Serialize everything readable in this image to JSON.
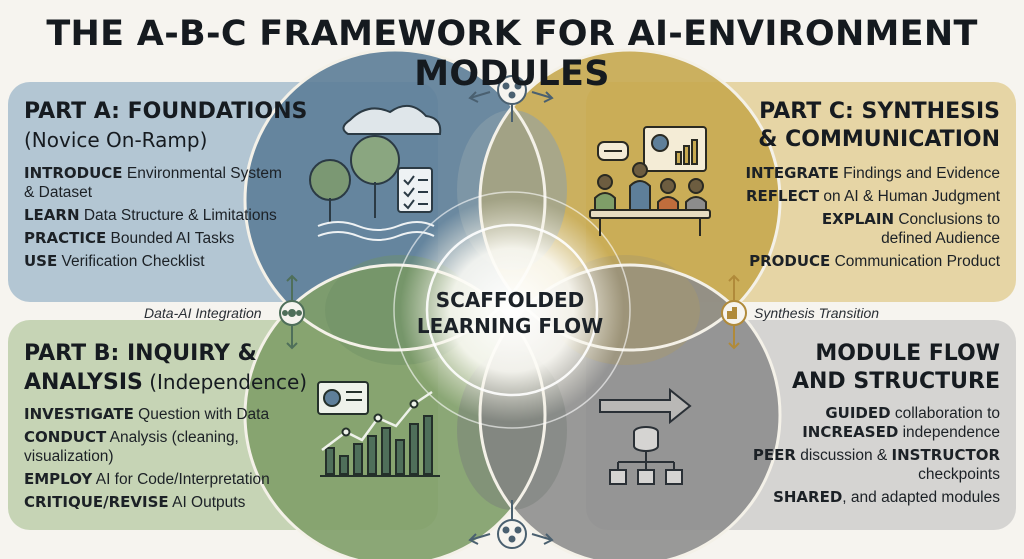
{
  "title": "THE A-B-C FRAMEWORK FOR AI-ENVIRONMENT MODULES",
  "center": {
    "line1": "SCAFFOLDED",
    "line2": "LEARNING FLOW"
  },
  "transitions": {
    "left": "Data-AI Integration",
    "right": "Synthesis Transition"
  },
  "part_a": {
    "title": "PART A: FOUNDATIONS",
    "subtitle": "(Novice On-Ramp)",
    "items": [
      {
        "verb": "INTRODUCE",
        "text": " Environmental System & Dataset"
      },
      {
        "verb": "LEARN",
        "text": " Data Structure & Limitations"
      },
      {
        "verb": "PRACTICE",
        "text": " Bounded AI Tasks"
      },
      {
        "verb": "USE",
        "text": " Verification Checklist"
      }
    ]
  },
  "part_b": {
    "title": "PART B: INQUIRY &",
    "title2": "ANALYSIS",
    "subtitle": " (Independence)",
    "items": [
      {
        "verb": "INVESTIGATE",
        "text": " Question with Data"
      },
      {
        "verb": "CONDUCT",
        "text": " Analysis (cleaning, visualization)"
      },
      {
        "verb": "EMPLOY",
        "text": " AI for Code/Interpretation"
      },
      {
        "verb": "CRITIQUE/REVISE",
        "text": " AI Outputs"
      }
    ]
  },
  "part_c": {
    "title": "PART C: SYNTHESIS",
    "title2": "& COMMUNICATION",
    "items": [
      {
        "verb": "INTEGRATE",
        "text": " Findings and Evidence"
      },
      {
        "verb": "REFLECT",
        "text": " on AI & Human Judgment"
      },
      {
        "verb": "EXPLAIN",
        "text": " Conclusions to defined Audience"
      },
      {
        "verb": "PRODUCE",
        "text": " Communication Product"
      }
    ]
  },
  "module_flow": {
    "title": "MODULE FLOW",
    "title2": "AND STRUCTURE",
    "items": [
      {
        "verb": "GUIDED",
        "text": " collaboration to",
        "verb2": "INCREASED",
        "text2": " independence"
      },
      {
        "verb": "PEER",
        "text": " discussion & ",
        "verb2": "INSTRUCTOR",
        "text2": " checkpoints"
      },
      {
        "verb": "SHARED",
        "text": ", and adapted modules",
        "verb2": "",
        "text2": ""
      }
    ]
  },
  "colors": {
    "a": "#5e7f99",
    "b": "#7f9e68",
    "c": "#c7a94f",
    "m": "#8c8c8c"
  },
  "icons": [
    "trees-checklist-icon",
    "team-meeting-icon",
    "bar-line-chart-icon",
    "arrow-hierarchy-icon",
    "network-node-icon",
    "cycle-arrows-icon"
  ]
}
